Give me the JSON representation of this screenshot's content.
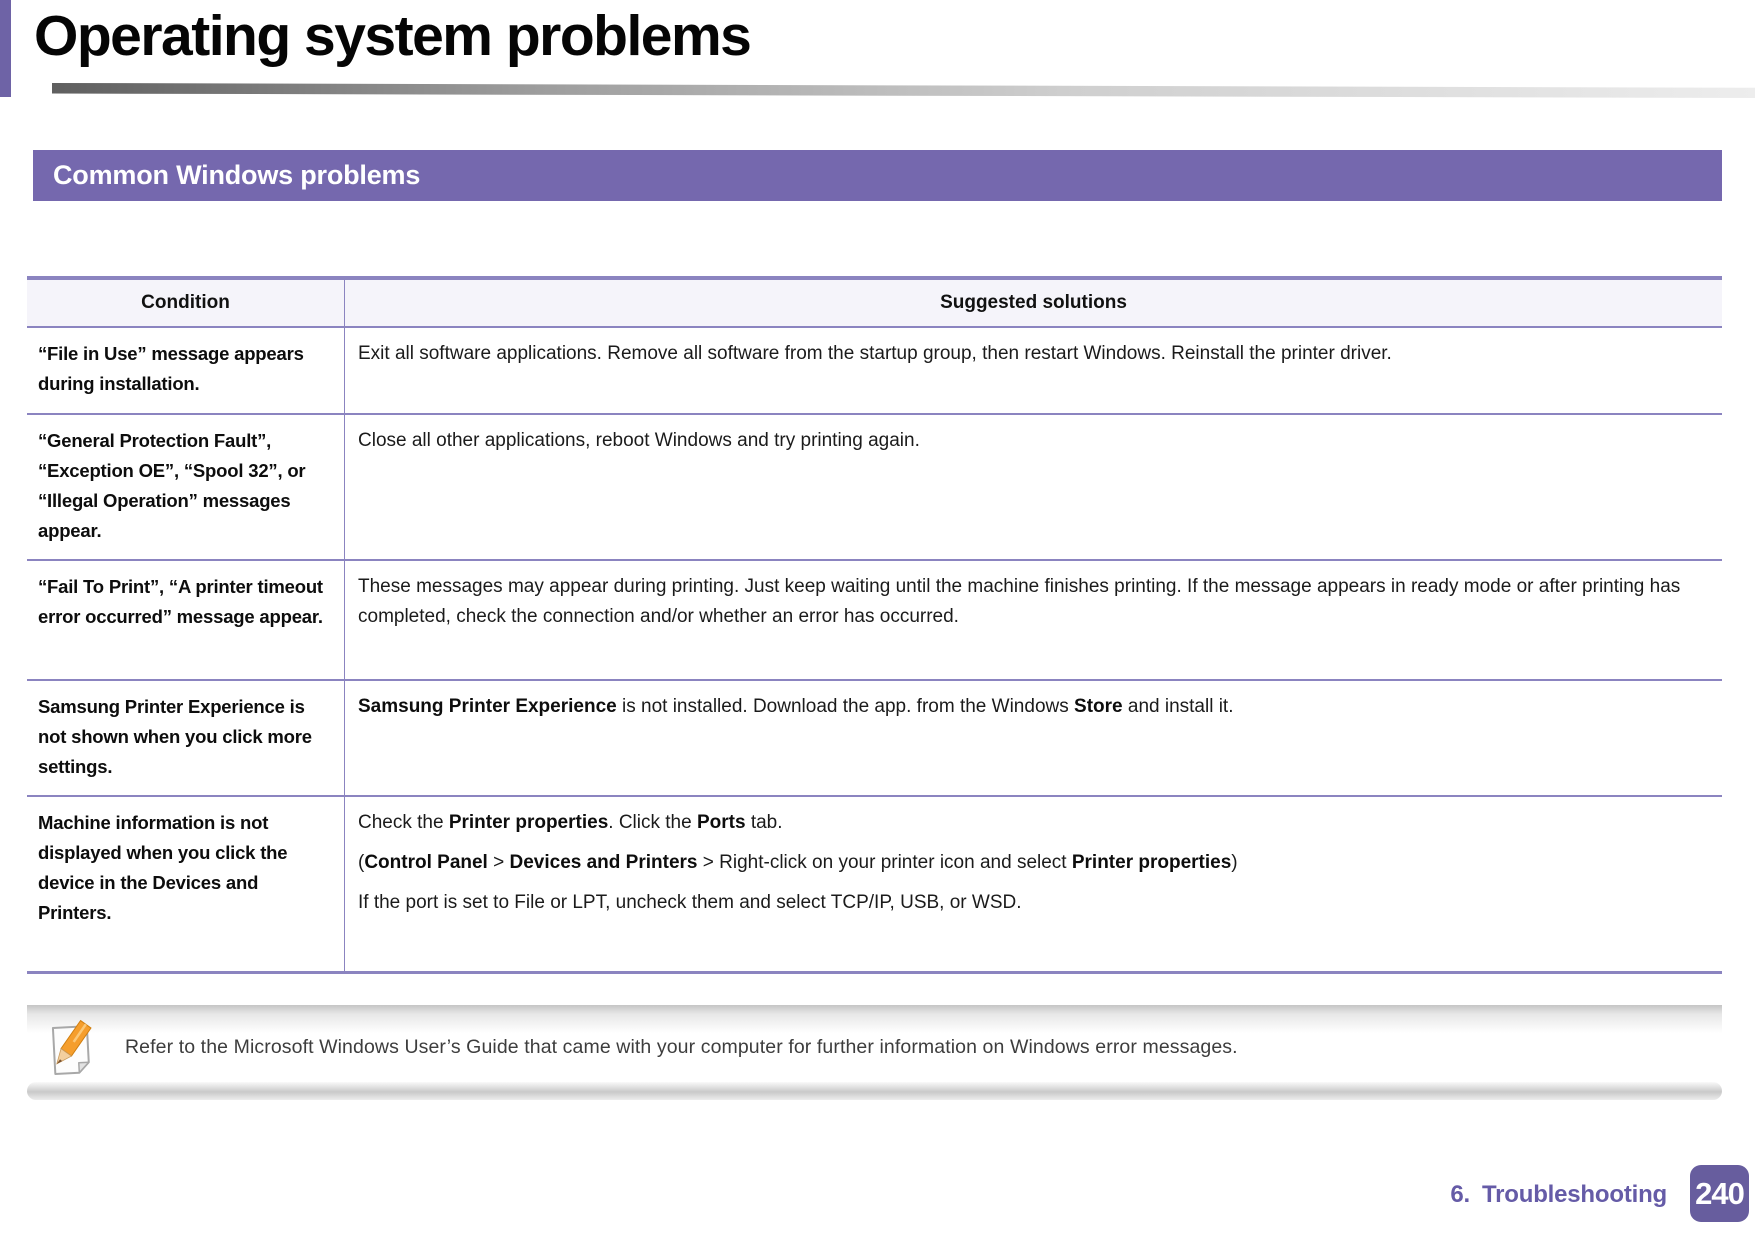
{
  "header": {
    "title": "Operating system problems"
  },
  "section": {
    "title": "Common Windows problems"
  },
  "table": {
    "headers": [
      "Condition",
      "Suggested solutions"
    ],
    "rows": [
      {
        "condition": "“File in Use” message appears during installation.",
        "solution": [
          [
            {
              "text": "Exit all software applications. Remove all software from the startup group, then restart Windows. Reinstall the printer driver."
            }
          ]
        ]
      },
      {
        "condition": "“General Protection Fault”, “Exception OE”, “Spool 32”, or “Illegal Operation” messages appear.",
        "solution": [
          [
            {
              "text": "Close all other applications, reboot Windows and try printing again."
            }
          ]
        ]
      },
      {
        "condition": "“Fail To Print”, “A printer timeout error occurred” message appear.",
        "solution": [
          [
            {
              "text": "These messages may appear during printing. Just keep waiting until the machine finishes printing. If the message appears in ready mode or after printing has completed, check the connection and/or whether an error has occurred."
            }
          ]
        ]
      },
      {
        "condition": "Samsung Printer Experience is not shown when you click more settings.",
        "solution": [
          [
            {
              "text": "Samsung Printer Experience",
              "bold": true
            },
            {
              "text": " is not installed. Download the app. from the Windows "
            },
            {
              "text": "Store",
              "bold": true
            },
            {
              "text": " and install it."
            }
          ]
        ]
      },
      {
        "condition": "Machine information is not displayed when you click the device in the Devices and Printers.",
        "solution": [
          [
            {
              "text": "Check the "
            },
            {
              "text": "Printer properties",
              "bold": true
            },
            {
              "text": ". Click the "
            },
            {
              "text": "Ports",
              "bold": true
            },
            {
              "text": " tab."
            }
          ],
          [
            {
              "text": "("
            },
            {
              "text": "Control Panel",
              "bold": true
            },
            {
              "text": " > "
            },
            {
              "text": "Devices and Printers",
              "bold": true
            },
            {
              "text": " > Right-click on your printer icon and select "
            },
            {
              "text": "Printer properties",
              "bold": true
            },
            {
              "text": ")"
            }
          ],
          [
            {
              "text": "If the port is set to File or LPT, uncheck them and select TCP/IP, USB, or WSD."
            }
          ]
        ]
      }
    ]
  },
  "note": {
    "icon": "note-pencil-icon",
    "text": "Refer to the Microsoft Windows User’s Guide that came with your computer for further information on Windows error messages."
  },
  "footer": {
    "chapter_number": "6.",
    "chapter_name": "Troubleshooting",
    "page_number": "240"
  },
  "colors": {
    "accent_purple": "#7568AE",
    "sidebar_accent": "#6E63A6",
    "table_border": "#8B84C0",
    "header_row_bg": "#F5F4FA",
    "footer_text": "#655BA7",
    "page_badge_bg": "#675D9E",
    "pencil_orange": "#F59E2D"
  }
}
